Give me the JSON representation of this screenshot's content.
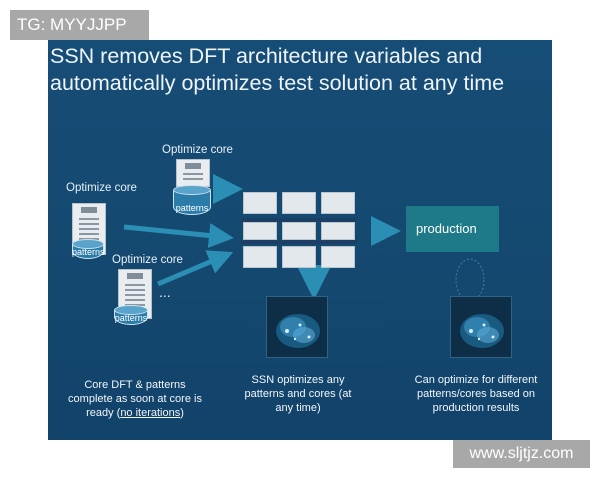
{
  "tag": "TG: MYYJJPP",
  "title": "SSN removes DFT architecture variables and automatically optimizes test solution at any time",
  "labels": {
    "optimize_core_1": "Optimize core",
    "optimize_core_2": "Optimize core",
    "optimize_core_3": "Optimize core",
    "patterns": "patterns",
    "ellipsis": "...",
    "production": "production"
  },
  "captions": {
    "left_1": "Core DFT & patterns",
    "left_2": "complete as soon at core is",
    "left_3": "ready (",
    "left_link": "no iterations",
    "left_4": ")",
    "middle": "SSN optimizes any patterns and cores (at any time)",
    "right": "Can optimize for different patterns/cores based on production results"
  },
  "watermark": "www.sljtjz.com",
  "colors": {
    "slide_bg": "#164d76",
    "production_box": "#1e7a88",
    "arrow": "#2b8fb5",
    "bus": "#1d3f66"
  }
}
